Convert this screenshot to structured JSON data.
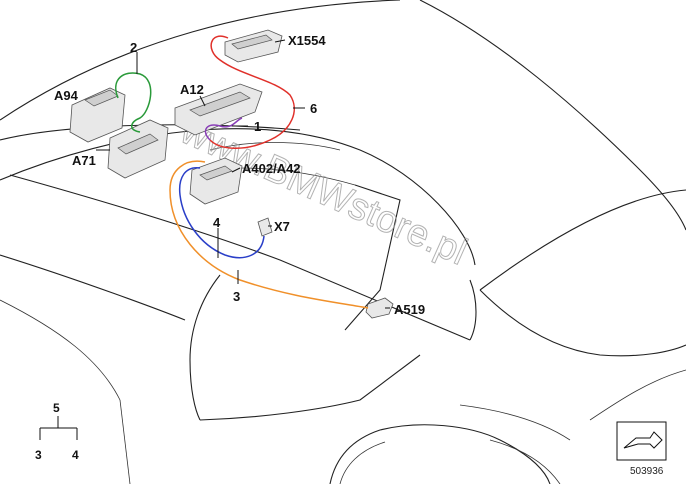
{
  "callouts": {
    "x1554": "X1554",
    "n2": "2",
    "a94": "A94",
    "a12": "A12",
    "n6": "6",
    "n1": "1",
    "a71": "A71",
    "a402": "A402/A42",
    "n4": "4",
    "x7": "X7",
    "n3": "3",
    "a519": "A519"
  },
  "legend": {
    "top": "5",
    "left": "3",
    "right": "4"
  },
  "watermark": "www.BMWstore.pl",
  "diagram_id": "503936",
  "wire_colors": {
    "red": "#e0302a",
    "green": "#2a9a3a",
    "orange": "#f0902a",
    "blue": "#2a3fc8",
    "purple": "#8a3fb8"
  }
}
